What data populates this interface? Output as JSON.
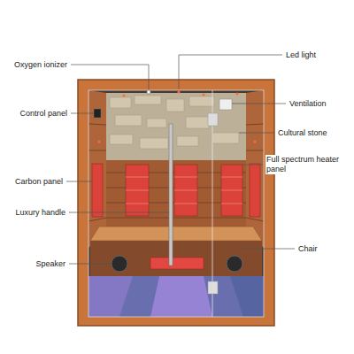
{
  "diagram": {
    "labels": [
      "Led light",
      "Oxygen ionizer",
      "Ventilation",
      "Control panel",
      "Cultural stone",
      "Full spectrum heater panel",
      "Carbon panel",
      "Luxury handle",
      "Chair",
      "Speaker"
    ]
  }
}
